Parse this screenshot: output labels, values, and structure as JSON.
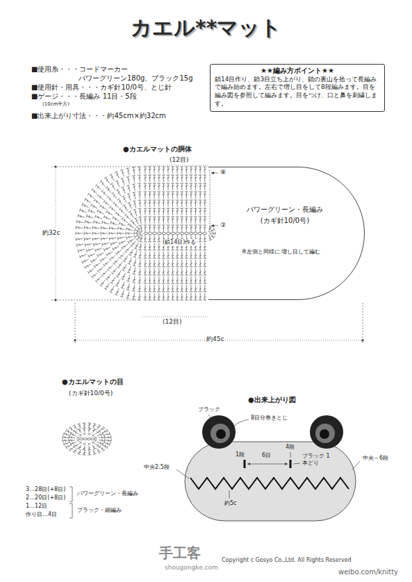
{
  "diagram": {
    "title": "カエル**マット",
    "nodes": [
      {
        "text": [
          "★★編み方ポイント★★",
          "鎖14目作り、鎖3目立ち上がり、鎖の裏山を拾って長編みで編み始めます。左右で増し目をして8段編みます。目を編み図を参照して編みます。目をつけ、口と鼻を刺繍します。"
        ]
      },
      {
        "text": [
          "パワーグリーン・長編み",
          "(カギ針10/0号)",
          "※左側と同様に 増し目して編む"
        ]
      }
    ],
    "labels": [
      "■使用糸・・・コードマーカー",
      "パワーグリーン180g、ブラック15g",
      "■使用針・用具・・・カギ針10/0号、とじ針",
      "■ゲージ・・・長編み 11目・5段",
      "(10cm平方)",
      "■出来上がり寸法・・・約45cm×約32cm",
      "●カエルマットの胴体",
      "(12目)",
      "⑧",
      "②",
      "(鎖14目)作る",
      "約32c",
      "(12目)",
      "約45c",
      "●カエルマットの目",
      "(カギ針10/0号)",
      "3…28目(+8目)",
      "2…20目(+8目)",
      "1…12目",
      "作り目…4目",
      "パワーグリーン・長編み",
      "ブラック・細編み",
      "●出来上がり図",
      "ブラック",
      "8目分巻きとじ",
      "4段",
      "6目",
      "1段",
      "ブラック 1本どり",
      "中央～6段",
      "中央2.5段",
      "約5c",
      "Copyright c Gosyo Co.,Ltd. All Rights Reserved",
      "手工客",
      "shougongke.com",
      "weibo.com/knitty"
    ]
  }
}
